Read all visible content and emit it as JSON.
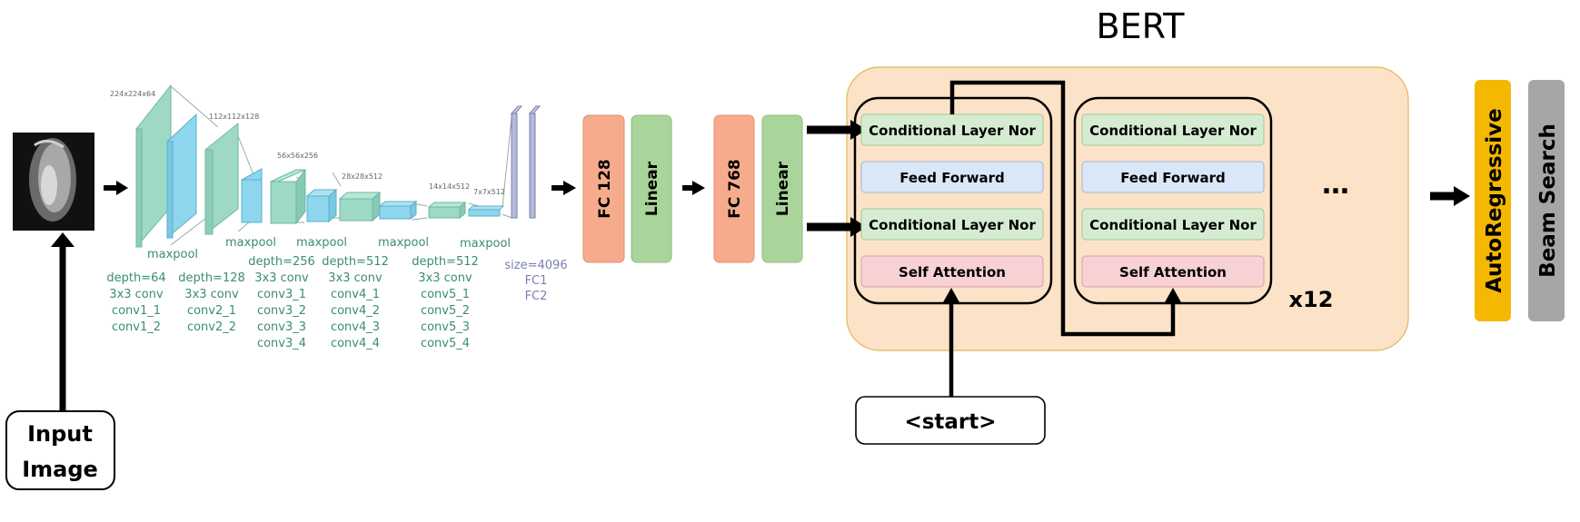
{
  "title": "BERT",
  "input": {
    "line1": "Input",
    "line2": "Image"
  },
  "vgg": {
    "dims": [
      "224x224x64",
      "112x112x128",
      "56x56x256",
      "28x28x512",
      "14x14x512",
      "7x7x512"
    ],
    "pools": [
      "maxpool",
      "maxpool",
      "maxpool",
      "maxpool",
      "maxpool"
    ],
    "groups": [
      [
        "depth=64",
        "3x3 conv",
        "conv1_1",
        "conv1_2"
      ],
      [
        "depth=128",
        "3x3 conv",
        "conv2_1",
        "conv2_2"
      ],
      [
        "depth=256",
        "3x3 conv",
        "conv3_1",
        "conv3_2",
        "conv3_3",
        "conv3_4"
      ],
      [
        "depth=512",
        "3x3 conv",
        "conv4_1",
        "conv4_2",
        "conv4_3",
        "conv4_4"
      ],
      [
        "depth=512",
        "3x3 conv",
        "conv5_1",
        "conv5_2",
        "conv5_3",
        "conv5_4"
      ],
      [
        "size=4096",
        "FC1",
        "FC2"
      ]
    ]
  },
  "fc128": "FC 128",
  "linear1": "Linear",
  "fc768": "FC 768",
  "linear2": "Linear",
  "block": {
    "cln1": "Conditional Layer Nor",
    "ff": "Feed Forward",
    "cln2": "Conditional Layer Nor",
    "sa": "Self Attention"
  },
  "ellipsis": "…",
  "repeat": "x12",
  "start": "<start>",
  "autoregressive": "AutoRegressive",
  "beam": "Beam Search",
  "colors": {
    "salmon": "#F6AC8C",
    "green": "#A9D49A",
    "bert_bg": "#FCE3C7",
    "bert_border": "#E2B55C",
    "cln": "#D5ECD2",
    "ff": "#DAE7F8",
    "sa": "#F7D1D3",
    "ar": "#F5B800",
    "beam": "#A6A6A6",
    "vgg_green": "#9ED9C6",
    "vgg_blue": "#8DD6EE",
    "vgg_text": "#3C8C74"
  }
}
